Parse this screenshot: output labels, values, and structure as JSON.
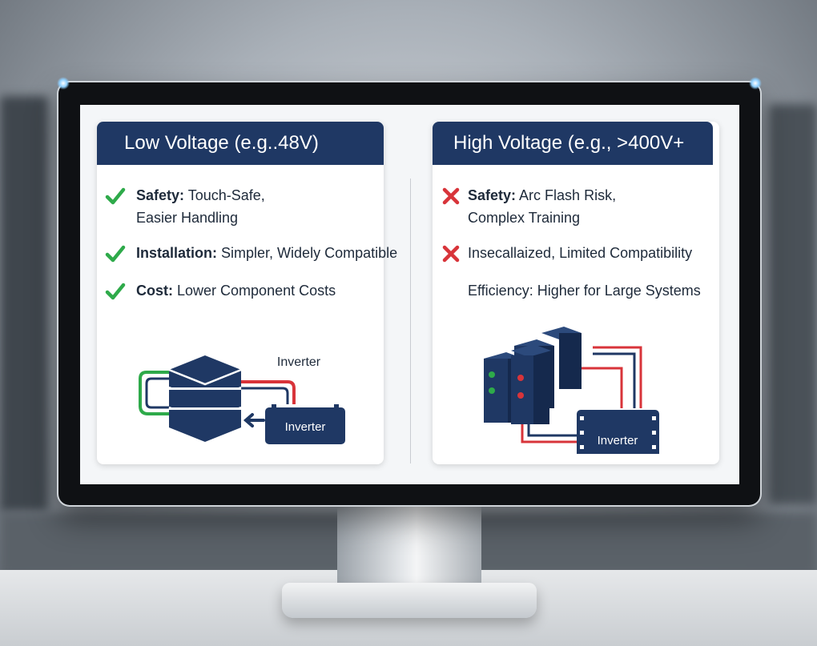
{
  "colors": {
    "header_bg": "#1f3864",
    "check": "#2eaa4a",
    "cross": "#d8343a",
    "wire_red": "#d8343a",
    "wire_green": "#2eaa4a",
    "inverter_bg": "#1f3864"
  },
  "left_panel": {
    "title": "Low Voltage (e.g..48V)",
    "items": [
      {
        "icon": "check-icon",
        "label": "Safety:",
        "line1": "Touch-Safe,",
        "line2": "Easier Handling"
      },
      {
        "icon": "check-icon",
        "label": "Installation:",
        "line1": "Simpler, Widely Compatible"
      },
      {
        "icon": "check-icon",
        "label": "Cost:",
        "line1": "Lower Component Costs"
      }
    ],
    "diagram": {
      "inverter_caption": "Inverter",
      "inverter_box_label": "Inverter"
    }
  },
  "right_panel": {
    "title": "High Voltage (e.g., >400V+",
    "items": [
      {
        "icon": "cross-icon",
        "label": "Safety:",
        "line1": "Arc Flash Risk,",
        "line2": "Complex Training"
      },
      {
        "icon": "cross-icon",
        "label": "",
        "line1": "Insecallaized, Limited Compatibility"
      },
      {
        "icon": "",
        "label": "",
        "line1": "Efficiency: Higher for Large Systems"
      }
    ],
    "diagram": {
      "inverter_box_label": "Inverter"
    }
  }
}
